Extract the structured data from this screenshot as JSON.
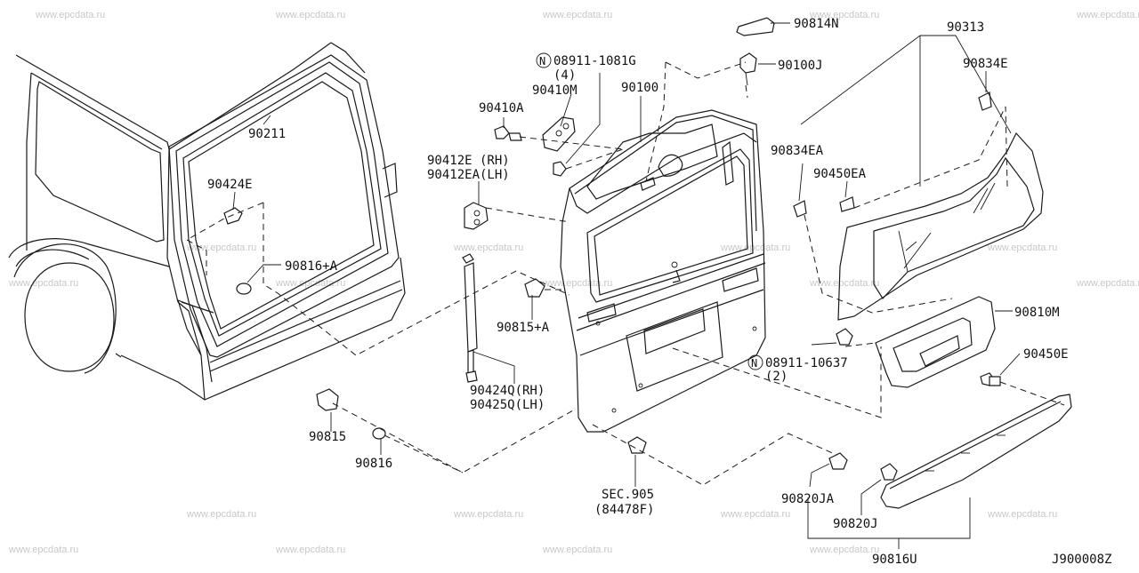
{
  "watermark": "www.epcdata.ru",
  "diagram_code": "J900008Z",
  "callouts": {
    "p90211": "90211",
    "p90424E": "90424E",
    "p90816A": "90816+A",
    "p90815": "90815",
    "p90816": "90816",
    "p08911_1081G": "08911-1081G",
    "p08911_1081G_qty": "(4)",
    "p90410M": "90410M",
    "p90410A": "90410A",
    "p90412E": "90412E (RH)",
    "p90412EA": "90412EA(LH)",
    "p90100": "90100",
    "p90815A": "90815+A",
    "p90424Q": "90424Q(RH)",
    "p90425Q": "90425Q(LH)",
    "sec905": "SEC.905",
    "sec905_ref": "(84478F)",
    "p90814N": "90814N",
    "p90100J": "90100J",
    "p90313": "90313",
    "p90834E": "90834E",
    "p90834EA": "90834EA",
    "p90450EA": "90450EA",
    "p90810M": "90810M",
    "p90450E": "90450E",
    "p08911_10637": "08911-10637",
    "p08911_10637_qty": "(2)",
    "p90820JA": "90820JA",
    "p90820J": "90820J",
    "p90816U": "90816U",
    "n_symbol": "N"
  }
}
